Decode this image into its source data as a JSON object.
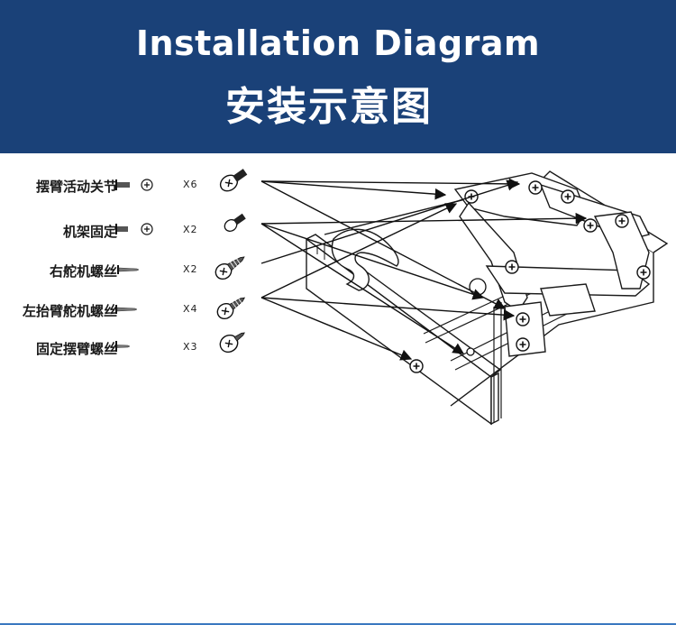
{
  "header": {
    "title_en": "Installation Diagram",
    "title_cn": "安装示意图"
  },
  "parts": [
    {
      "label": "摆臂活动关节",
      "qty": "X6"
    },
    {
      "label": "机架固定",
      "qty": "X2"
    },
    {
      "label": "右舵机螺丝",
      "qty": "X2"
    },
    {
      "label": "左抬臂舵机螺丝",
      "qty": "X4"
    },
    {
      "label": "固定摆臂螺丝",
      "qty": "X3"
    }
  ],
  "colors": {
    "header_bg": "#1a4178",
    "title_text": "#ffffff",
    "line_art": "#1a1a1a",
    "footer_line": "#3a78c0"
  }
}
